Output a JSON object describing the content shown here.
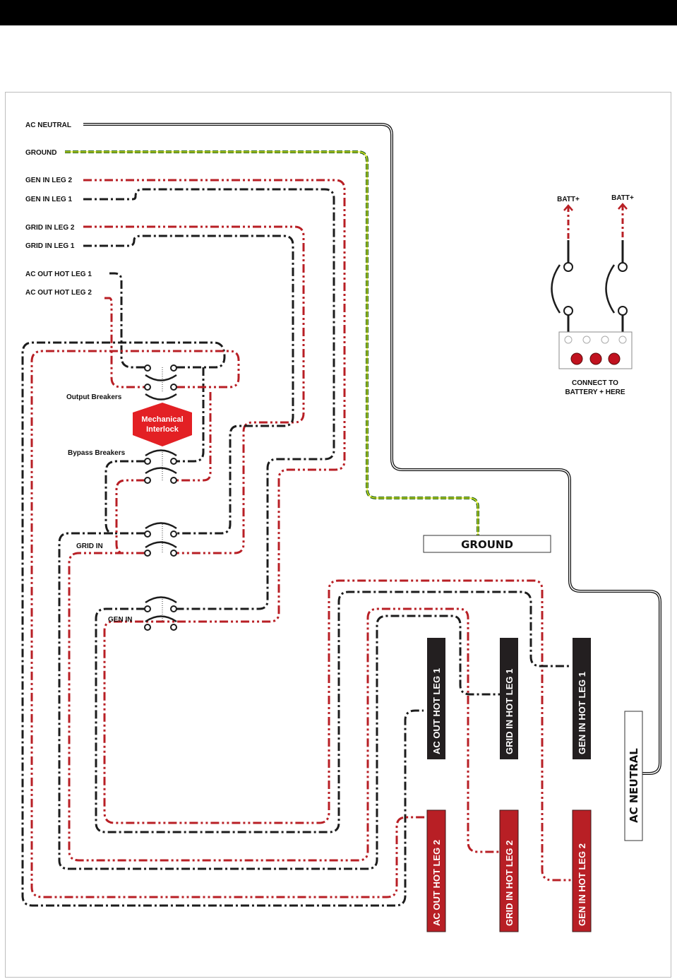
{
  "diagram": {
    "title": "Transfer switch wiring diagram",
    "colors": {
      "hot_leg_1": "#1c1c1c",
      "hot_leg_2": "#b81f25",
      "ground_green": "#2e6b1f",
      "ground_yellow": "#e8f01a",
      "interlock": "#e32024",
      "battery_terminal": "#c1121f"
    },
    "wire_legend": [
      {
        "label": "AC NEUTRAL",
        "style": "double-line"
      },
      {
        "label": "GROUND",
        "style": "green-yellow-dashed"
      },
      {
        "label": "GEN IN LEG 2",
        "style": "red-dash-dot-dot"
      },
      {
        "label": "GEN IN LEG 1",
        "style": "black-dash-dot"
      },
      {
        "label": "GRID IN LEG 2",
        "style": "red-dash-dot-dot"
      },
      {
        "label": "GRID IN LEG 1",
        "style": "black-dash-dot"
      },
      {
        "label": "AC OUT HOT LEG 1",
        "style": "black-dash-dot"
      },
      {
        "label": "AC OUT HOT LEG 2",
        "style": "red-dash-dot-dot"
      }
    ],
    "breakers": {
      "output": "Output Breakers",
      "bypass": "Bypass Breakers",
      "grid_in": "GRID IN",
      "gen_in": "GEN IN"
    },
    "interlock": {
      "line1": "Mechanical",
      "line2": "Interlock"
    },
    "battery": {
      "batt_left": "BATT+",
      "batt_right": "BATT+",
      "note_line1": "CONNECT TO",
      "note_line2": "BATTERY + HERE",
      "open_terminals": 4,
      "filled_terminals": 3
    },
    "terminal_tags": {
      "ground": "GROUND",
      "ac_neutral": "AC NEUTRAL",
      "ac_out_hot_leg_1": "AC OUT HOT LEG 1",
      "grid_in_hot_leg_1": "GRID IN HOT LEG 1",
      "gen_in_hot_leg_1": "GEN IN HOT LEG 1",
      "ac_out_hot_leg_2": "AC OUT HOT LEG 2",
      "grid_in_hot_leg_2": "GRID IN HOT LEG 2",
      "gen_in_hot_leg_2": "GEN IN HOT LEG 2"
    }
  }
}
